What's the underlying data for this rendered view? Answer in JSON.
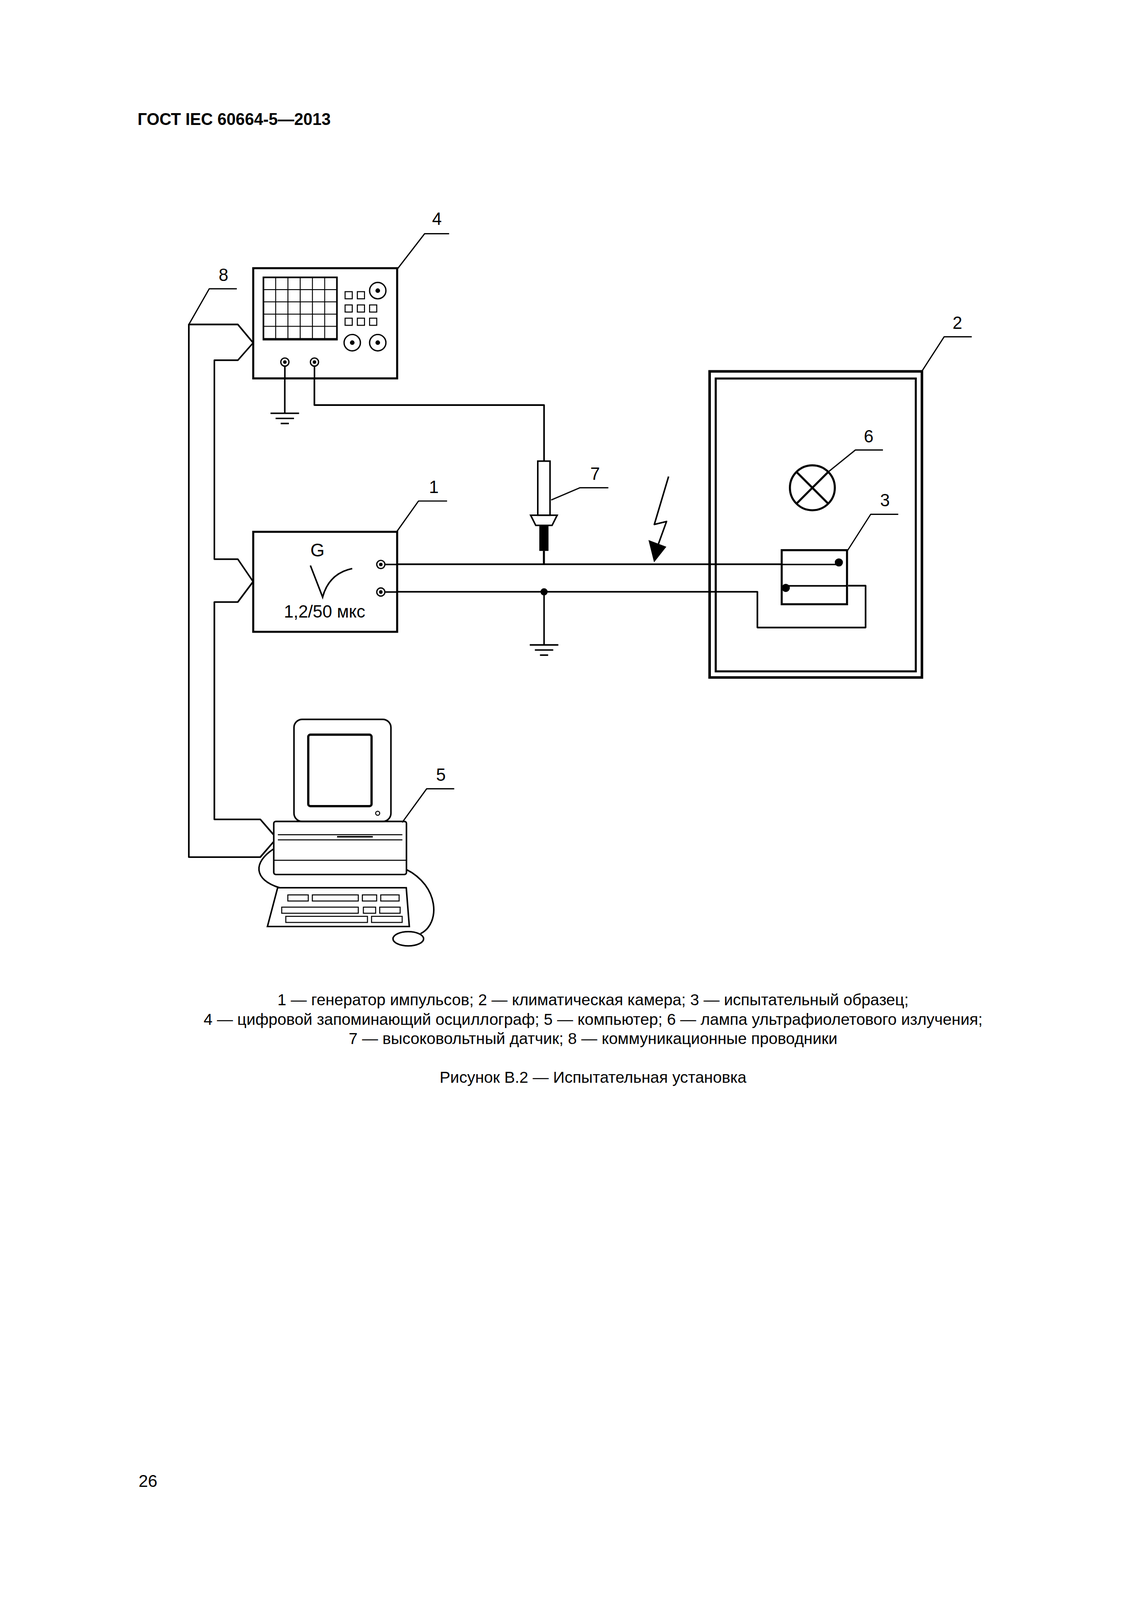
{
  "diagram": {
    "caption": "Рисунок В.2 — Испытательная установка",
    "nodes": [
      {
        "text": [
          "4"
        ]
      },
      {
        "text": [
          "2"
        ]
      },
      {
        "text": [
          "6"
        ],
        "in": 1
      },
      {
        "text": [
          "7"
        ]
      },
      {
        "text": [
          "3"
        ],
        "in": 1
      },
      {
        "text": [
          "1",
          "G",
          "1,2/50 мкс"
        ]
      },
      {
        "text": [
          "5"
        ]
      }
    ],
    "edges": [
      {
        "from": 0,
        "to": 3,
        "arrow": "none"
      },
      {
        "from": 5,
        "to": 4,
        "arrow": "none"
      },
      {
        "from": 5,
        "to": 4,
        "arrow": "none"
      },
      {
        "from": 6,
        "to": 0,
        "arrow": "none"
      },
      {
        "from": 6,
        "to": 5,
        "arrow": "none"
      }
    ],
    "labels": [
      "ГОСТ IEC 60664-5—2013",
      "8",
      "1 — генератор импульсов; 2 — климатическая камера; 3 — испытательный образец;",
      "4 — цифровой запоминающий осциллограф; 5 — компьютер; 6 — лампа ультрафиолетового излучения;",
      "7 — высоковольтный датчик; 8 — коммуникационные проводники",
      "26"
    ]
  }
}
